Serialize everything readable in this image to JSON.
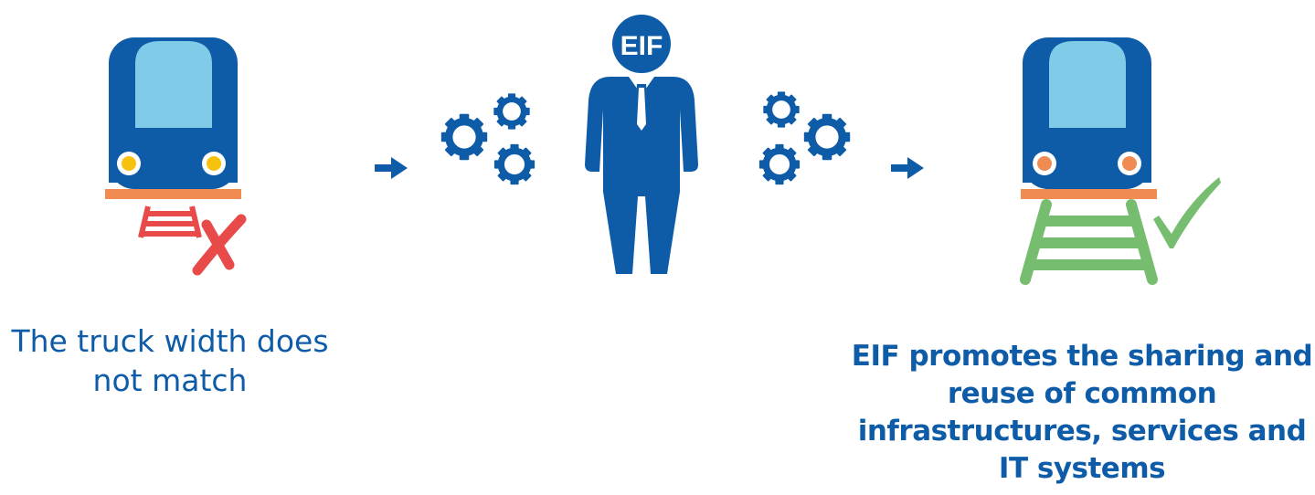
{
  "left_caption": "The truck width does not match",
  "right_caption": "EIF promotes the sharing and reuse of common infrastructures, services and IT systems",
  "person_badge": "EIF",
  "colors": {
    "primary_blue": "#0e5ca8",
    "light_blue": "#7fcbe8",
    "yellow": "#f7c20e",
    "orange": "#f08c52",
    "red": "#e84a4a",
    "green": "#77bd6f"
  },
  "icons": {
    "left_train": "train-front-icon",
    "left_tracks": "broken-tracks-icon",
    "cross": "cross-mark-icon",
    "arrow": "arrow-right-icon",
    "gears": "gears-icon",
    "person": "businessman-icon",
    "right_train": "train-front-icon",
    "right_tracks": "tracks-icon",
    "check": "check-mark-icon"
  }
}
